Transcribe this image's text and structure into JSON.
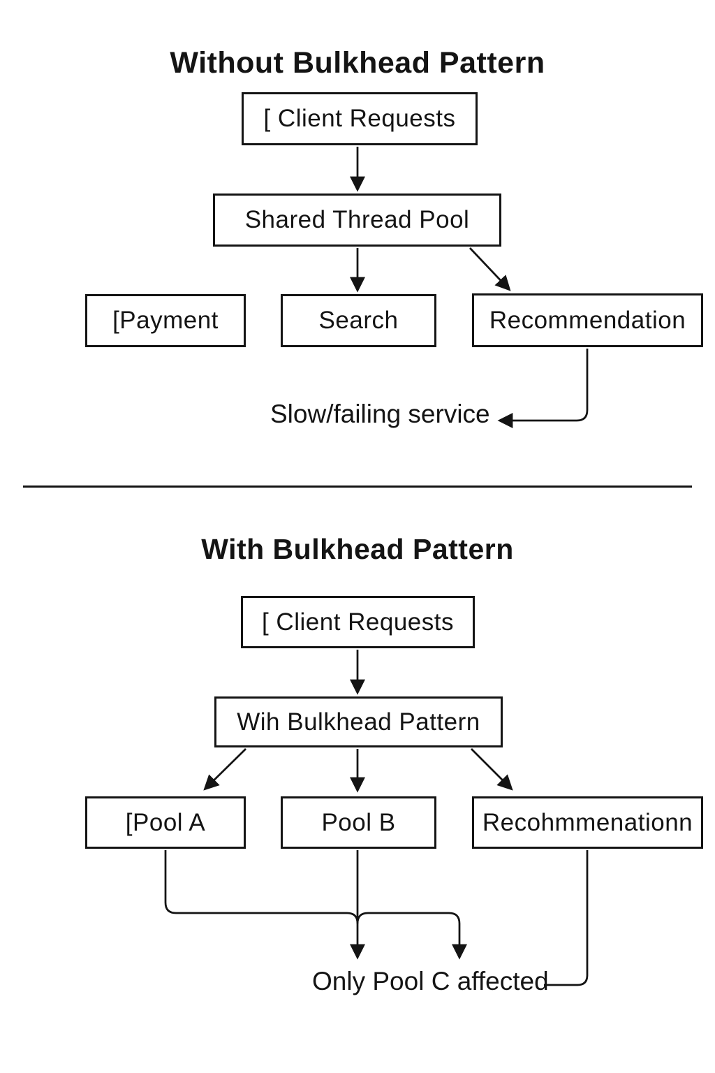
{
  "colors": {
    "ink": "#141414",
    "background": "#ffffff"
  },
  "diagram_top": {
    "title": "Without Bulkhead Pattern",
    "client_box": "[ Client Requests",
    "pool_box": "Shared Thread Pool",
    "service_boxes": [
      "[Payment",
      "Search",
      "Recommendation"
    ],
    "annotation": "Slow/failing service"
  },
  "diagram_bottom": {
    "title": "With Bulkhead Pattern",
    "client_box": "[ Client Requests",
    "pool_box": "Wih Bulkhead Pattern",
    "service_boxes": [
      "[Pool A",
      "Pool B",
      "Recohmmenationn"
    ],
    "annotation": "Only Pool C affected"
  }
}
